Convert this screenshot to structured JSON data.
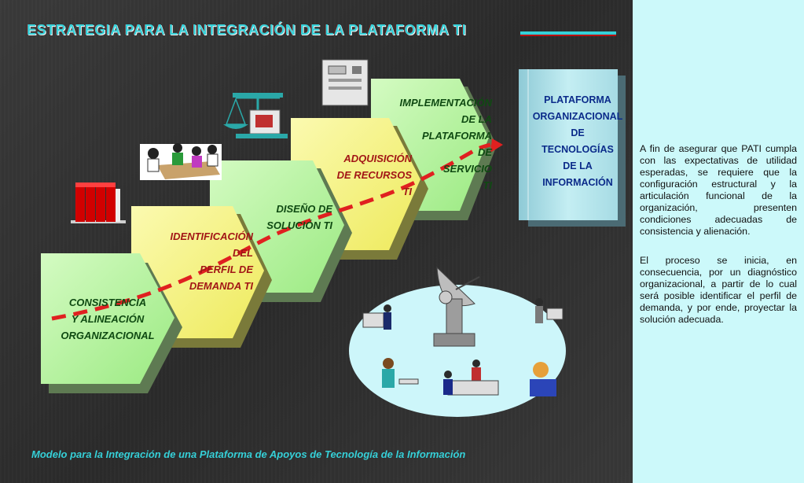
{
  "title": "ESTRATEGIA PARA LA INTEGRACIÓN DE LA PLATAFORMA TI",
  "steps": [
    {
      "id": "consistencia",
      "lines": [
        "CONSISTENCIA",
        "Y ALINEACIÓN",
        "ORGANIZACIONAL"
      ],
      "color": "#b8f5a0",
      "text_color": "#0f4a12"
    },
    {
      "id": "identificacion",
      "lines": [
        "IDENTIFICACIÓN",
        "DEL",
        "PERFIL DE",
        "DEMANDA TI"
      ],
      "color": "#f7f58a",
      "text_color": "#a21616"
    },
    {
      "id": "diseno",
      "lines": [
        "DISEÑO DE",
        "SOLUCIÓN TI"
      ],
      "color": "#b8f5a0",
      "text_color": "#0f4a12"
    },
    {
      "id": "adquisicion",
      "lines": [
        "ADQUISICIÓN",
        "DE RECURSOS",
        "TI"
      ],
      "color": "#f7f58a",
      "text_color": "#a21616"
    },
    {
      "id": "implementacion",
      "lines": [
        "IMPLEMENTACIÓN",
        "DE LA",
        "PLATAFORMA",
        "DE",
        "SERVICIO",
        "TI"
      ],
      "color": "#b8f5a0",
      "text_color": "#0f4a12"
    }
  ],
  "platform": {
    "lines": [
      "PLATAFORMA",
      "ORGANIZACIONAL",
      "DE",
      "TECNOLOGÍAS",
      "DE LA",
      "INFORMACIÓN"
    ],
    "color": "#aee2ea",
    "text_color": "#0b2b8a"
  },
  "paragraphs": [
    "A fin de asegurar que PATI cumpla con las expectativas de utilidad esperadas, se requiere que la configuración estructural y la articulación funcional de la organización, presenten condiciones adecuadas de consistencia y alienación.",
    "El proceso se inicia, en consecuencia, por un diagnóstico organizacional, a partir de lo cual será posible identificar el perfil de demanda, y por ende, proyectar la solución adecuada."
  ],
  "caption": "Modelo para la Integración de una Plataforma de Apoyos de Tecnología de la Información",
  "icons": [
    "binders-icon",
    "meeting-people-icon",
    "scale-computer-icon",
    "server-computer-icon",
    "satellite-dish-icon",
    "workstation-people-icon"
  ],
  "colors": {
    "accent": "#35d0d8",
    "arrow": "#e02020",
    "ellipse": "#cdf6fa",
    "sidebar": "#ccf9fa"
  }
}
